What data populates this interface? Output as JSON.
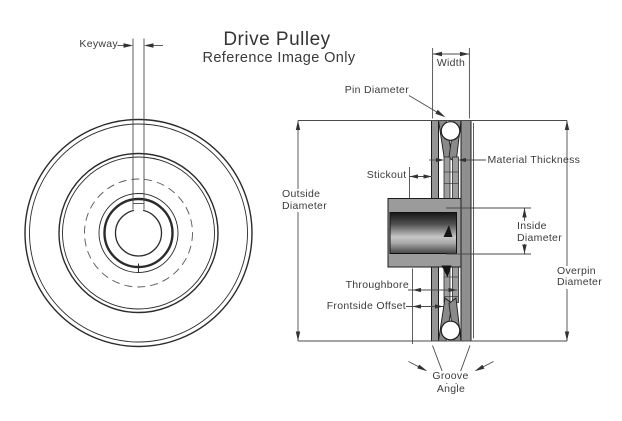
{
  "title": "Drive Pulley",
  "subtitle": "Reference Image Only",
  "labels": {
    "keyway": "Keyway",
    "width": "Width",
    "pin_diameter": "Pin Diameter",
    "material_thickness": "Material Thickness",
    "stickout": "Stickout",
    "outside_1": "Outside",
    "outside_2": "Diameter",
    "inside_1": "Inside",
    "inside_2": "Diameter",
    "throughbore": "Throughbore",
    "frontside_offset": "Frontside Offset",
    "overpin_1": "Overpin",
    "overpin_2": "Diameter",
    "groove_1": "Groove",
    "groove_2": "Angle"
  },
  "colors": {
    "background": "#ffffff",
    "outline": "#1c1c1c",
    "dimension_line": "#4a4a4a",
    "body_gray": "#8f8f8f",
    "hub_dark": "#161616",
    "hub_highlight": "#c8c8c8",
    "pin_fill": "#ffffff",
    "label_text": "#3b3b3b"
  }
}
